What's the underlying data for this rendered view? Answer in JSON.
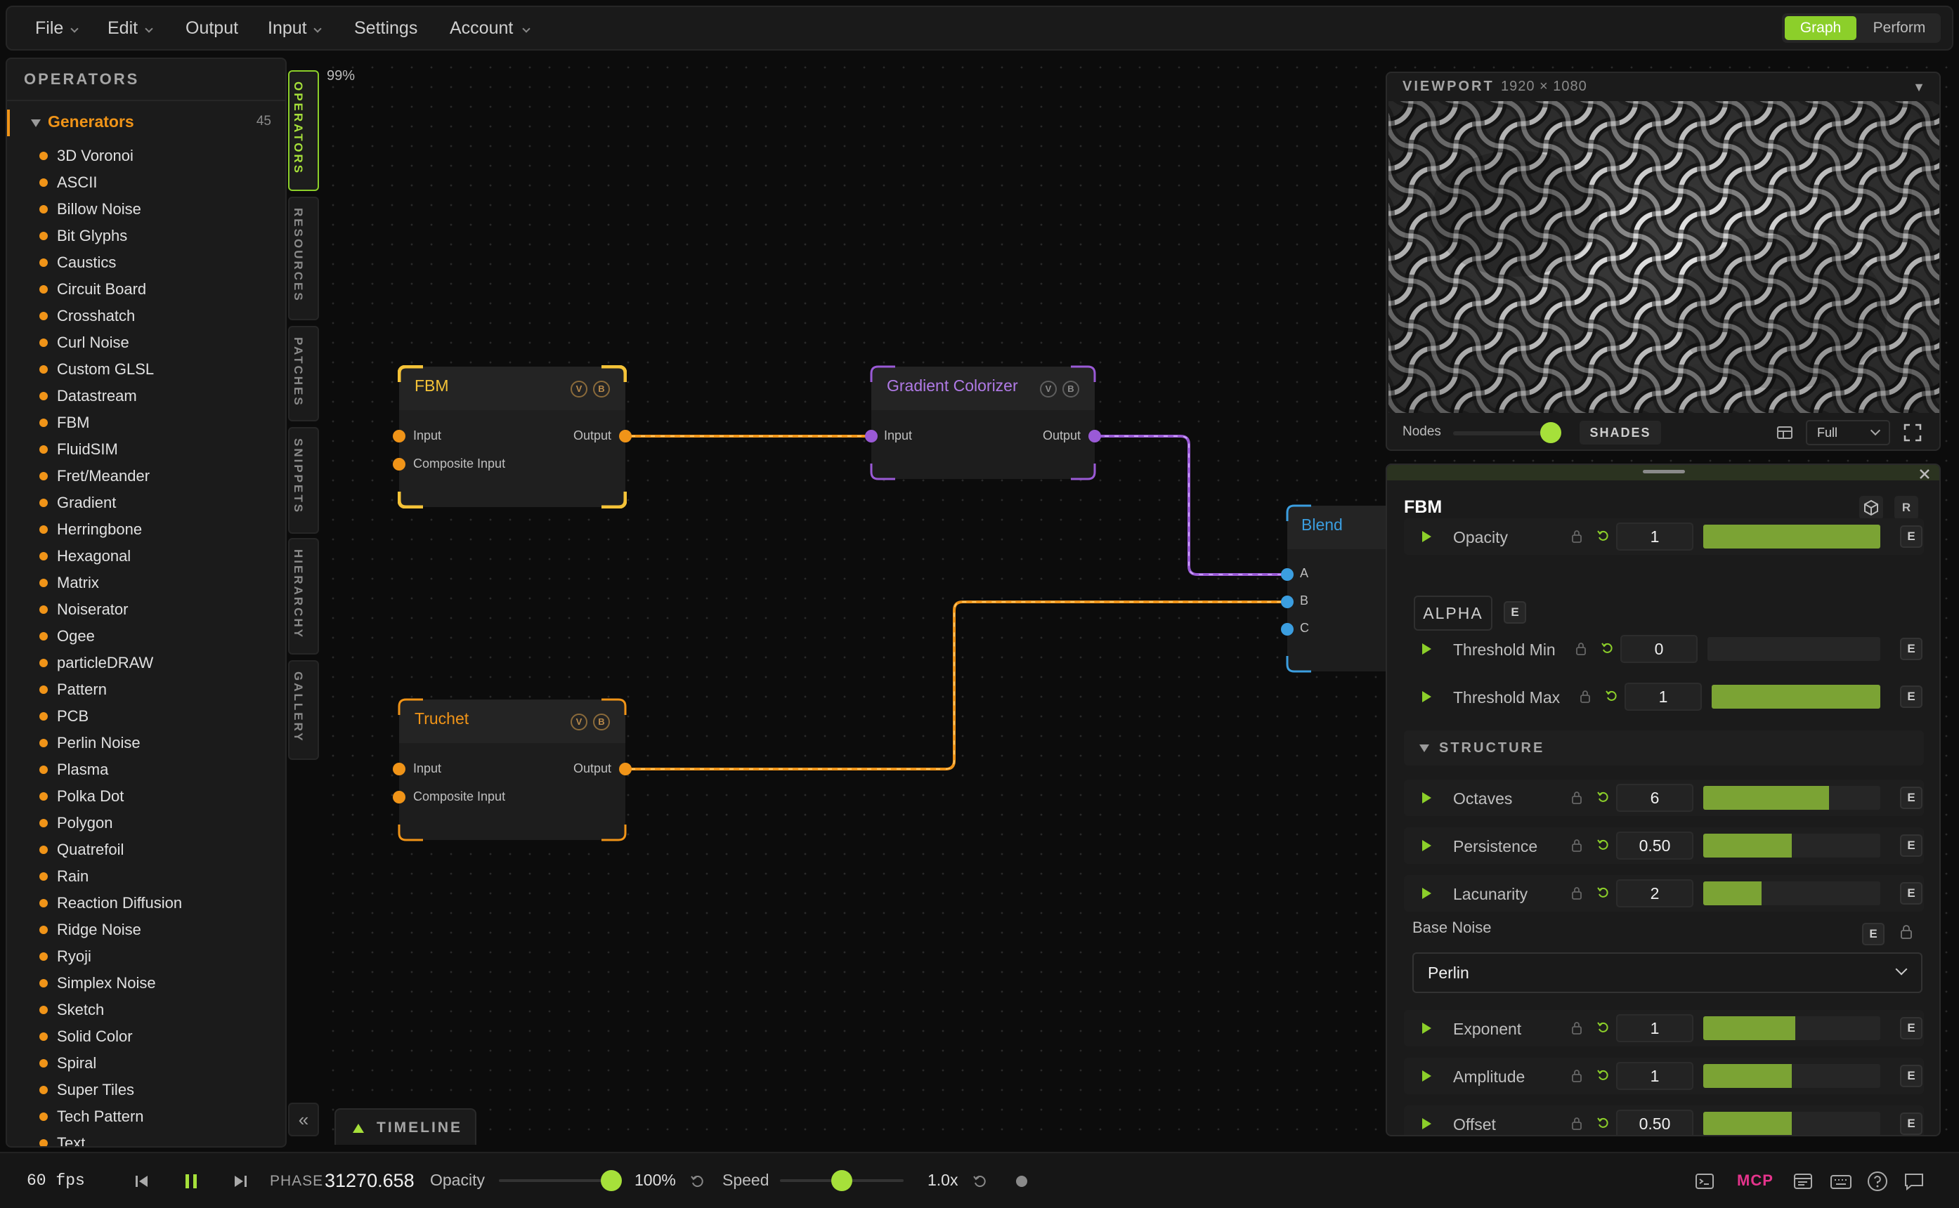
{
  "menubar": {
    "file": "File",
    "edit": "Edit",
    "output": "Output",
    "input": "Input",
    "settings": "Settings",
    "account": "Account",
    "mode_graph": "Graph",
    "mode_perform": "Perform"
  },
  "operators_panel": {
    "title": "OPERATORS",
    "category": {
      "name": "Generators",
      "count": "45"
    },
    "items": [
      "3D Voronoi",
      "ASCII",
      "Billow Noise",
      "Bit Glyphs",
      "Caustics",
      "Circuit Board",
      "Crosshatch",
      "Curl Noise",
      "Custom GLSL",
      "Datastream",
      "FBM",
      "FluidSIM",
      "Fret/Meander",
      "Gradient",
      "Herringbone",
      "Hexagonal",
      "Matrix",
      "Noiserator",
      "Ogee",
      "particleDRAW",
      "Pattern",
      "PCB",
      "Perlin Noise",
      "Plasma",
      "Polka Dot",
      "Polygon",
      "Quatrefoil",
      "Rain",
      "Reaction Diffusion",
      "Ridge Noise",
      "Ryoji",
      "Simplex Noise",
      "Sketch",
      "Solid Color",
      "Spiral",
      "Super Tiles",
      "Tech Pattern",
      "Text"
    ]
  },
  "side_tabs": {
    "operators": "OPERATORS",
    "resources": "RESOURCES",
    "patches": "PATCHES",
    "snippets": "SNIPPETS",
    "hierarchy": "HIERARCHY",
    "gallery": "GALLERY",
    "collapse": "«"
  },
  "graph": {
    "zoom": "99%",
    "nodes": {
      "fbm": {
        "title": "FBM",
        "badge_v": "V",
        "badge_b": "B",
        "input": "Input",
        "composite": "Composite Input",
        "output": "Output"
      },
      "gradient": {
        "title": "Gradient Colorizer",
        "badge_v": "V",
        "badge_b": "B",
        "input": "Input",
        "output": "Output"
      },
      "truchet": {
        "title": "Truchet",
        "badge_v": "V",
        "badge_b": "B",
        "input": "Input",
        "composite": "Composite Input",
        "output": "Output"
      },
      "blend": {
        "title": "Blend",
        "a": "A",
        "b": "B",
        "c": "C"
      }
    }
  },
  "viewport": {
    "title": "VIEWPORT",
    "resolution": "1920 × 1080",
    "menu": "▼",
    "nodes_label": "Nodes",
    "shades_button": "SHADES",
    "quality": "Full"
  },
  "inspector": {
    "title": "FBM",
    "reset_label": "R",
    "edit_label": "E",
    "alpha_label": "ALPHA",
    "structure_label": "STRUCTURE",
    "base_noise_label": "Base Noise",
    "base_noise_value": "Perlin",
    "params": {
      "opacity": {
        "name": "Opacity",
        "value": "1",
        "fill": 1.0
      },
      "threshold_min": {
        "name": "Threshold Min",
        "value": "0",
        "fill": 0.0
      },
      "threshold_max": {
        "name": "Threshold Max",
        "value": "1",
        "fill": 1.0
      },
      "octaves": {
        "name": "Octaves",
        "value": "6",
        "fill": 0.71
      },
      "persistence": {
        "name": "Persistence",
        "value": "0.50",
        "fill": 0.5
      },
      "lacunarity": {
        "name": "Lacunarity",
        "value": "2",
        "fill": 0.33
      },
      "exponent": {
        "name": "Exponent",
        "value": "1",
        "fill": 0.52
      },
      "amplitude": {
        "name": "Amplitude",
        "value": "1",
        "fill": 0.5
      },
      "offset": {
        "name": "Offset",
        "value": "0.50",
        "fill": 0.5
      }
    }
  },
  "timeline": {
    "label": "TIMELINE"
  },
  "status": {
    "fps": "60 fps",
    "phase_label": "PHASE",
    "phase_value": "31270.658",
    "opacity_label": "Opacity",
    "opacity_value": "100%",
    "opacity_fill": 1.0,
    "speed_label": "Speed",
    "speed_value": "1.0x",
    "speed_fill": 0.5,
    "mcp": "MCP"
  },
  "colors": {
    "accent": "#8ccf2a",
    "generator": "#f09418",
    "fbm_selected": "#f5c338",
    "colorizer": "#9a5ad6",
    "blend": "#3b9ee0",
    "mcp": "#e5348c"
  }
}
